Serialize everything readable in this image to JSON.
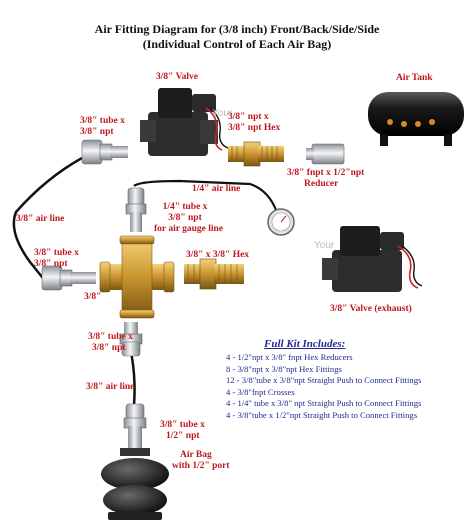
{
  "title": {
    "line1": "Air Fitting Diagram for (3/8 inch) Front/Back/Side/Side",
    "line2": "(Individual Control of Each Air Bag)"
  },
  "labels": {
    "valve_top": "3/8\" Valve",
    "air_tank": "Air Tank",
    "hex_top_1": "3/8\" npt x",
    "hex_top_2": "3/8\" npt Hex",
    "reducer_1": "3/8\" fnpt x 1/2\"npt",
    "reducer_2": "Reducer",
    "tube_npt_top_1": "3/8\" tube x",
    "tube_npt_top_2": "3/8\" npt",
    "air_line_quarter": "1/4\" air line",
    "gauge_fit_1": "1/4\" tube x",
    "gauge_fit_2": "3/8\" npt",
    "gauge_fit_3": "for air gauge line",
    "air_line_left": "3/8\" air line",
    "tube_npt_left_1": "3/8\" tube x",
    "tube_npt_left_2": "3/8\" npt",
    "hex_mid": "3/8\" x 3/8\" Hex",
    "cross_label": "3/8\"",
    "valve_exhaust": "3/8\" Valve (exhaust)",
    "tube_npt_bottom_1": "3/8\" tube x",
    "tube_npt_bottom_2": "3/8\" npt",
    "air_line_bottom": "3/8\" air line",
    "tube_half_1": "3/8\" tube x",
    "tube_half_2": "1/2\" npt",
    "air_bag_1": "Air Bag",
    "air_bag_2": "with 1/2\" port",
    "watermark_1": "Your",
    "watermark_2": "Your"
  },
  "kit": {
    "title": "Full Kit Includes:",
    "items": [
      "4  -  1/2\"npt x 3/8\" fnpt Hex Reducers",
      "8  -  3/8\"npt x 3/8\"npt Hex Fittings",
      "12  -  3/8\"tube x 3/8\"npt Straight Push to Connect Fittings",
      "4  -  3/8\"fnpt Crosses",
      "4  -  1/4\" tube x 3/8\" npt Straight Push to Connect Fittings",
      "4  -  3/8\"tube x 1/2\"npt  Straight Push to Connect Fittings"
    ]
  },
  "colors": {
    "label_red": "#c0171c",
    "kit_blue": "#1f2b8f",
    "brass": "#c9952f",
    "chrome": "#c8cbd0",
    "valve_dark": "#2a2a2a"
  }
}
